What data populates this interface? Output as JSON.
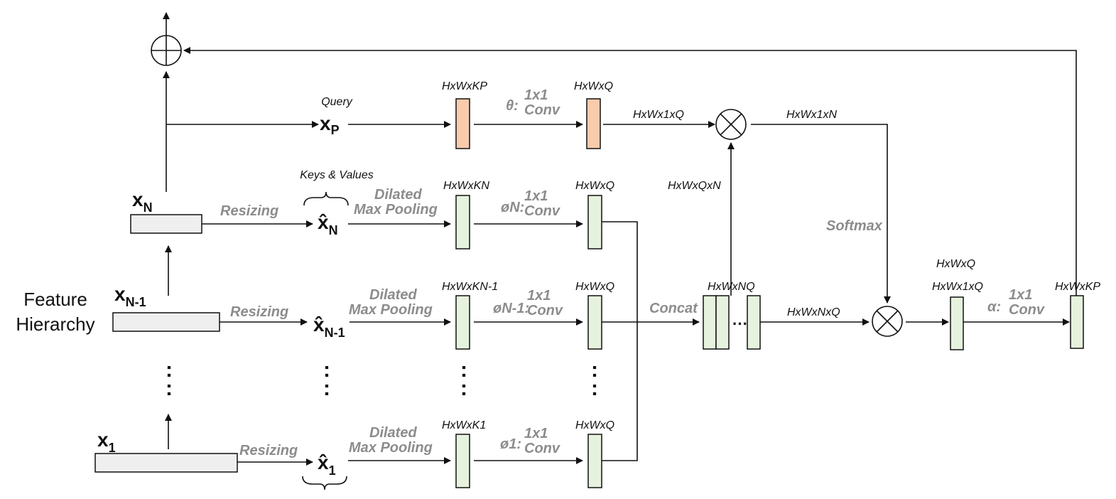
{
  "hierarchy_label": [
    "Feature",
    "Hierarchy"
  ],
  "features": {
    "xn": {
      "base": "x",
      "sub": "N"
    },
    "xn1": {
      "base": "x",
      "sub": "N-1"
    },
    "x1": {
      "base": "x",
      "sub": "1"
    },
    "xp": {
      "base": "x",
      "sub": "P"
    },
    "xhat_n": {
      "base": "x̂",
      "sub": "N"
    },
    "xhat_n1": {
      "base": "x̂",
      "sub": "N-1"
    },
    "xhat_1": {
      "base": "x̂",
      "sub": "1"
    }
  },
  "labels": {
    "query": "Query",
    "keys_values": "Keys & Values",
    "resizing": "Resizing",
    "dilated": "Dilated",
    "max_pooling": "Max Pooling",
    "concat": "Concat",
    "softmax": "Softmax",
    "one_by_one": "1x1",
    "conv": "Conv",
    "theta": "θ:",
    "phi_n": "øN:",
    "phi_n1": "øN-1:",
    "phi_1": "ø1:",
    "alpha": "α:",
    "ellipsis": "···",
    "vdots": ":"
  },
  "dims": {
    "hwkp": "HxWxKP",
    "hwq": "HxWxQ",
    "hwkn": "HxWxKN",
    "hwkn1": "HxWxKN-1",
    "hwk1": "HxWxK1",
    "hw1q": "HxWx1xQ",
    "hw1n": "HxWx1xN",
    "hwqn": "HxWxQxN",
    "hwnq": "HxWxNQ",
    "hwnxq": "HxWxNxQ"
  }
}
